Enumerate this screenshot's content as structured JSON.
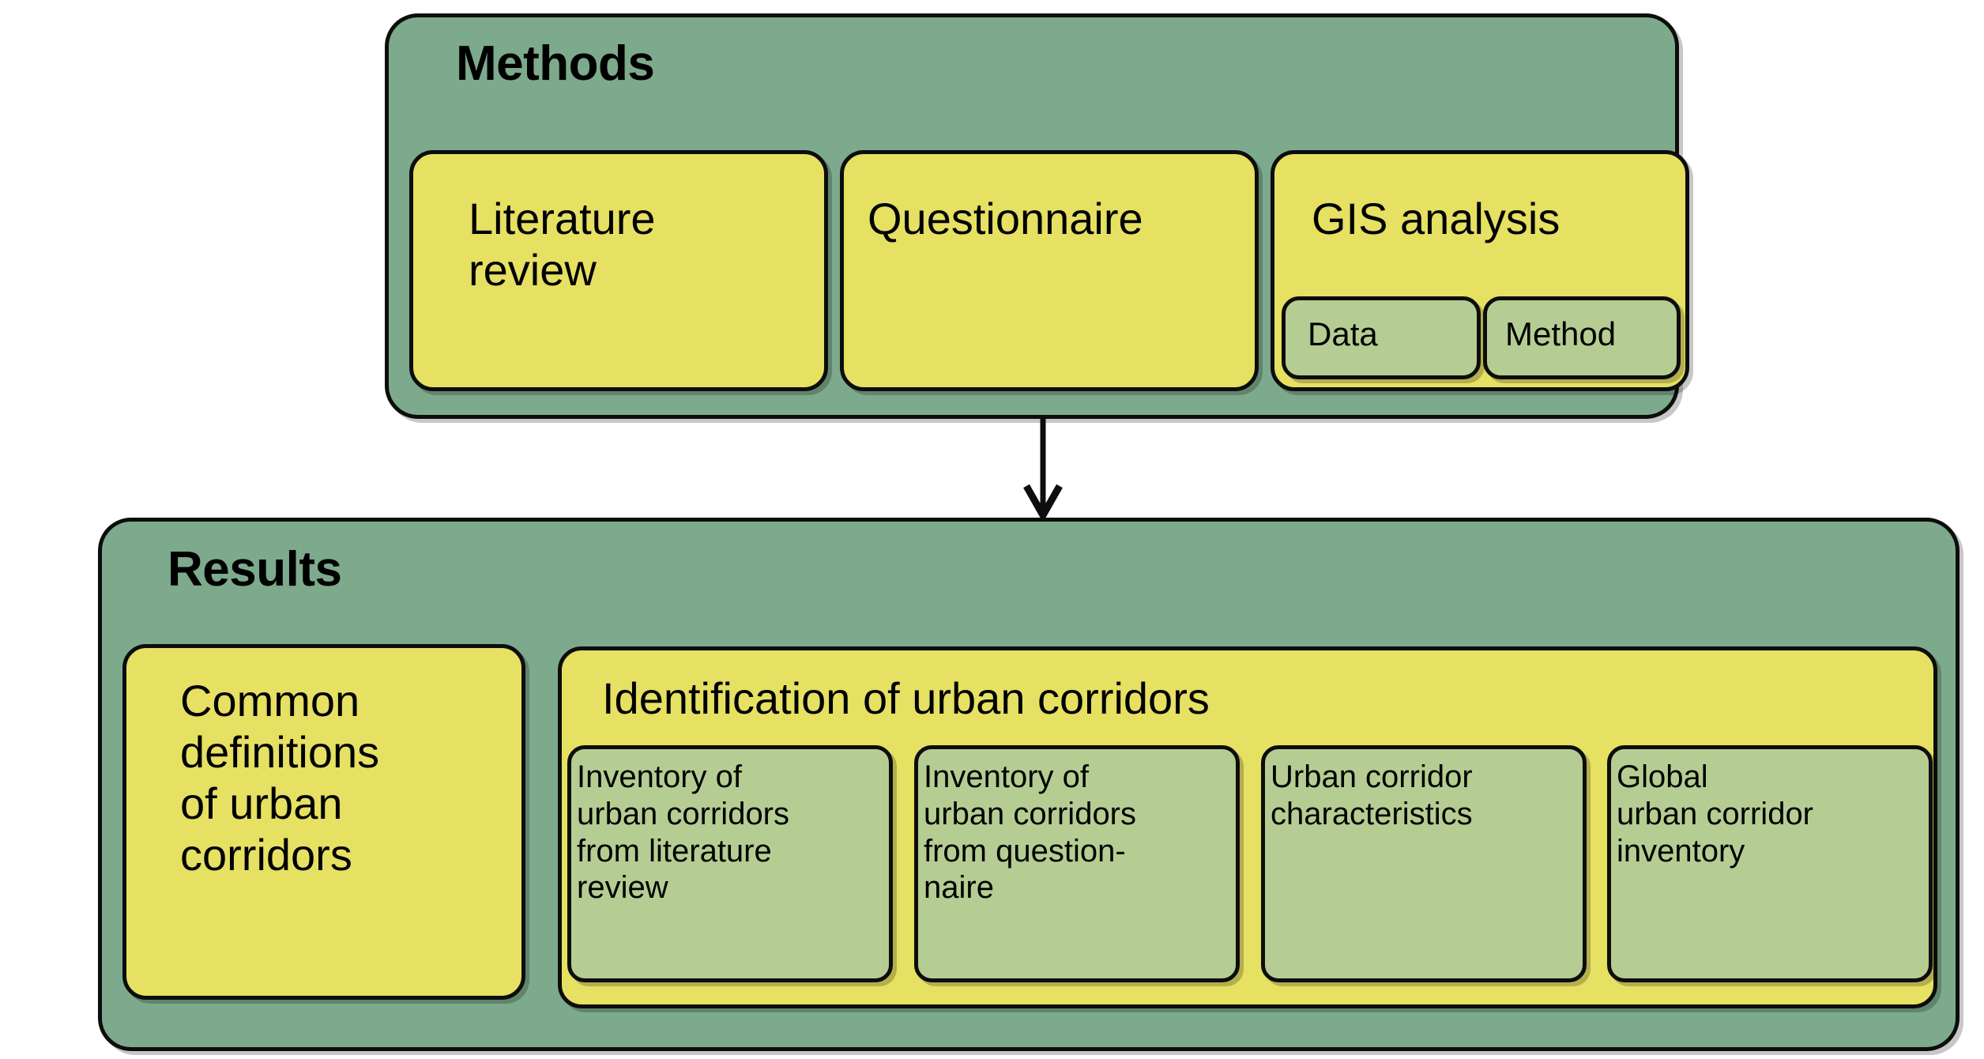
{
  "diagram": {
    "title_methods": "Methods",
    "title_results": "Results",
    "colors": {
      "section_green": "#7daa8c",
      "primary_yellow": "#e6e063",
      "sub_light_green": "#b5cd92",
      "outline_black": "#0d0d0d",
      "page_background": "#ffffff"
    },
    "methods": {
      "heading": "Methods",
      "items": [
        {
          "label": "Literature\nreview"
        },
        {
          "label": "Questionnaire"
        },
        {
          "label": "GIS analysis",
          "subitems": [
            {
              "label": "Data"
            },
            {
              "label": "Method"
            }
          ]
        }
      ]
    },
    "connector": {
      "type": "arrow-down",
      "from": "Methods",
      "to": "Results"
    },
    "results": {
      "heading": "Results",
      "common_definitions": {
        "label": "Common\ndefinitions\nof urban\ncorridors"
      },
      "identification": {
        "label": "Identification of urban corridors",
        "subitems": [
          {
            "label": "Inventory of\nurban corridors\nfrom literature\nreview"
          },
          {
            "label": "Inventory of\nurban corridors\nfrom question-\nnaire"
          },
          {
            "label": "Urban corridor\ncharacteristics"
          },
          {
            "label": "Global\nurban corridor\ninventory"
          }
        ]
      }
    }
  }
}
